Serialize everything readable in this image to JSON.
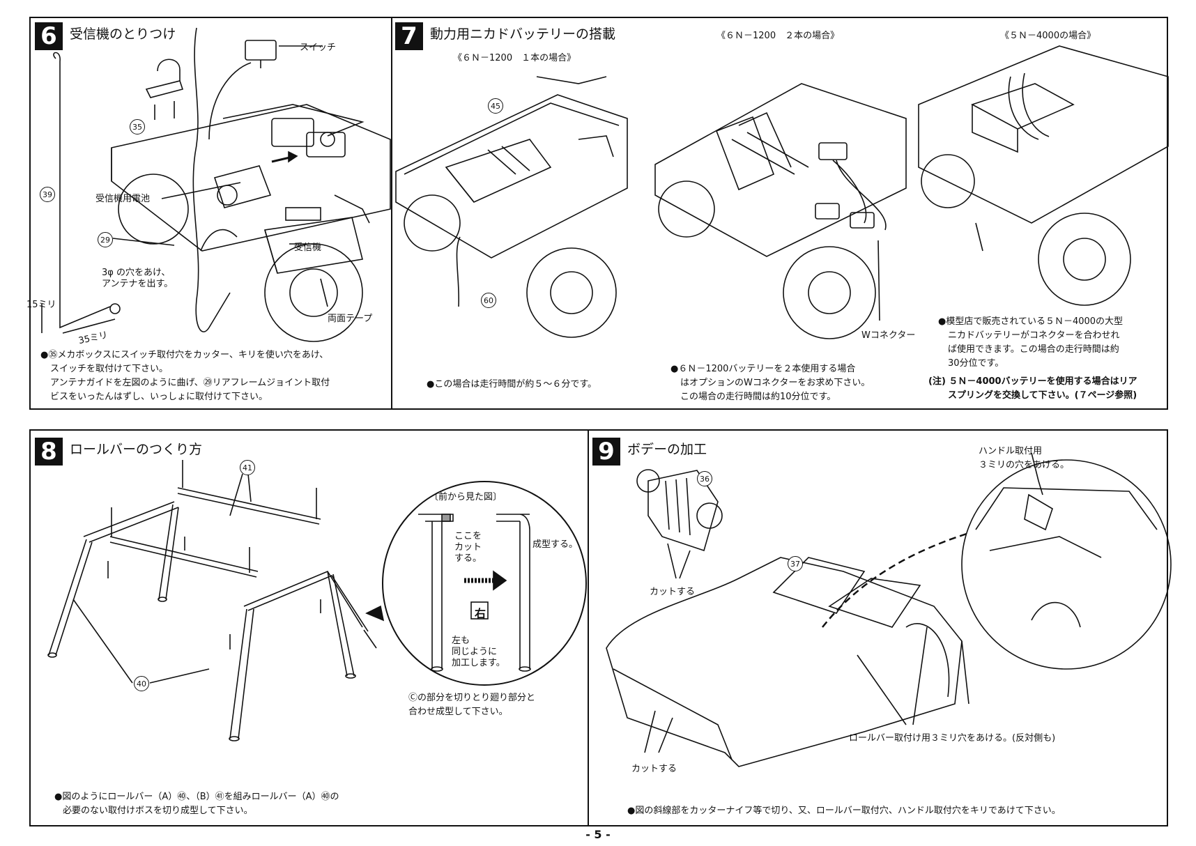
{
  "sections": {
    "s6": {
      "badge": "6",
      "title": "受信機のとりつけ",
      "labels": {
        "switch": "スイッチ",
        "battery": "受信機用電池",
        "receiver": "受信機",
        "tape": "両面テープ",
        "hole": "3φ の穴をあけ、",
        "antenna_out": "アンテナを出す。",
        "dim_15": "15ミリ",
        "dim_35": "35ミリ"
      },
      "part_numbers": [
        "35",
        "39",
        "29"
      ],
      "notes": [
        "●㉟メカボックスにスイッチ取付穴をカッター、キリを使い穴をあけ、",
        "スイッチを取付けて下さい。",
        "アンテナガイドを左図のように曲げ、㉙リアフレームジョイント取付",
        "ビスをいったんはずし、いっしょに取付けて下さい。"
      ]
    },
    "s7": {
      "badge": "7",
      "title": "動力用ニカドバッテリーの搭載",
      "cases": {
        "one": "《６Ｎ－1200　１本の場合》",
        "two": "《６Ｎ－1200　２本の場合》",
        "big": "《５Ｎ－4000の場合》"
      },
      "part_numbers": [
        "45",
        "60"
      ],
      "w_connector": "Wコネクター",
      "note_one": "●この場合は走行時間が約５～６分です。",
      "note_two": [
        "●６Ｎ－1200バッテリーを２本使用する場合",
        "はオプションのWコネクターをお求め下さい。",
        "この場合の走行時間は約10分位です。"
      ],
      "note_big": [
        "●模型店で販売されている５Ｎ－4000の大型",
        "ニカドバッテリーがコネクターを合わせれ",
        "ば使用できます。この場合の走行時間は約",
        "30分位です。"
      ],
      "caution": [
        "(注) ５Ｎ－4000バッテリーを使用する場合はリア",
        "スプリングを交換して下さい。(７ページ参照)"
      ]
    },
    "s8": {
      "badge": "8",
      "title": "ロールバーのつくり方",
      "part_numbers": [
        "41",
        "40"
      ],
      "detail_title": "〔前から見た図〕",
      "cut_here": [
        "ここを",
        "カット",
        "する。"
      ],
      "form_it": "成型する。",
      "right_mark": "右",
      "left_same": [
        "左も",
        "同じように",
        "加工します。"
      ],
      "c_note": [
        "Ⓒの部分を切りとり廻り部分と",
        "合わせ成型して下さい。"
      ],
      "notes": [
        "●図のようにロールバー（A）㊵、（B）㊶を組みロールバー（A）㊵の",
        "必要のない取付けボスを切り成型して下さい。"
      ]
    },
    "s9": {
      "badge": "9",
      "title": "ボデーの加工",
      "part_numbers": [
        "36",
        "37"
      ],
      "handle_note": [
        "ハンドル取付用",
        "３ミリの穴をあける。"
      ],
      "cut1": "カットする",
      "cut2": "カットする",
      "rollbar_hole": "ロールバー取付け用３ミリ穴をあける。(反対側も)",
      "notes": "●図の斜線部をカッターナイフ等で切り、又、ロールバー取付穴、ハンドル取付穴をキリであけて下さい。"
    }
  },
  "page_number": "- 5 -"
}
